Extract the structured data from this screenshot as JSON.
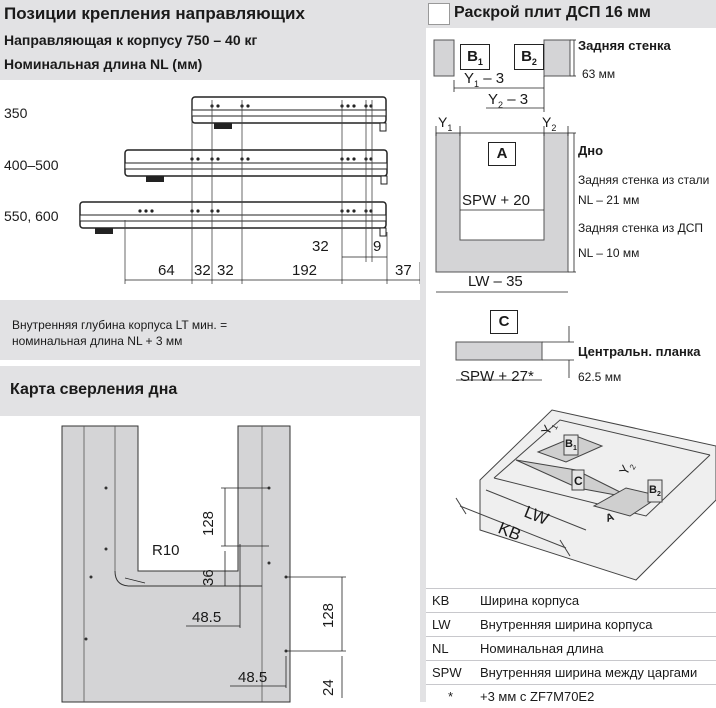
{
  "mounting": {
    "title": "Позиции крепления направляющих",
    "subtitle1": "Направляющая к корпусу 750 – 40 кг",
    "subtitle2": "Номинальная длина NL (мм)",
    "rows": [
      "350",
      "400–500",
      "550, 600"
    ],
    "dims": {
      "d64": "64",
      "d32a": "32",
      "d32b": "32",
      "d192": "192",
      "d32top": "32",
      "d9": "9",
      "d37": "37"
    },
    "note_line1": "Внутренняя глубина корпуса LT мин. =",
    "note_line2": "номинальная длина NL + 3 мм"
  },
  "drilling": {
    "title": "Карта сверления  дна",
    "dims": {
      "r10": "R10",
      "d128a": "128",
      "d36": "36",
      "d48a": "48.5",
      "d128b": "128",
      "d48b": "48.5",
      "d24": "24"
    }
  },
  "cutting": {
    "title": "Раскрой плит ДСП 16 мм",
    "b1": "B",
    "b1_sub": "1",
    "b2": "B",
    "b2_sub": "2",
    "y1_dim": "Y",
    "y1_dim_sub": "1",
    "y1_dim_tail": " – 3",
    "y2_dim": "Y",
    "y2_dim_sub": "2",
    "y2_dim_tail": " – 3",
    "back_label": "Задняя стенка",
    "back_value": "63 мм",
    "y1": "Y",
    "y1_sub": "1",
    "y2": "Y",
    "y2_sub": "2",
    "a_label": "A",
    "bottom_label": "Дно",
    "steel_label": "Задняя стенка из стали",
    "steel_value": "NL – 21 мм",
    "chip_label": "Задняя стенка из ДСП",
    "chip_value": "NL – 10 мм",
    "spw20": "SPW + 20",
    "lw35": "LW – 35",
    "c_label": "C",
    "central_label": "Центральн. планка",
    "spw27": "SPW + 27*",
    "central_value": "62.5 мм",
    "iso": {
      "y1": "Y",
      "y1_sub": "1",
      "b1": "B",
      "b1_sub": "1",
      "c": "C",
      "y2": "Y",
      "y2_sub": "2",
      "b2": "B",
      "b2_sub": "2",
      "a": "A",
      "lw": "LW",
      "kb": "KB"
    }
  },
  "legend": [
    {
      "abbr": "KB",
      "desc": "Ширина корпуса"
    },
    {
      "abbr": "LW",
      "desc": "Внутренняя ширина корпуса"
    },
    {
      "abbr": "NL",
      "desc": "Номинальная длина"
    },
    {
      "abbr": "SPW",
      "desc": "Внутренняя ширина между царгами"
    },
    {
      "abbr": "*",
      "desc": "+3 мм с ZF7M70E2"
    }
  ]
}
